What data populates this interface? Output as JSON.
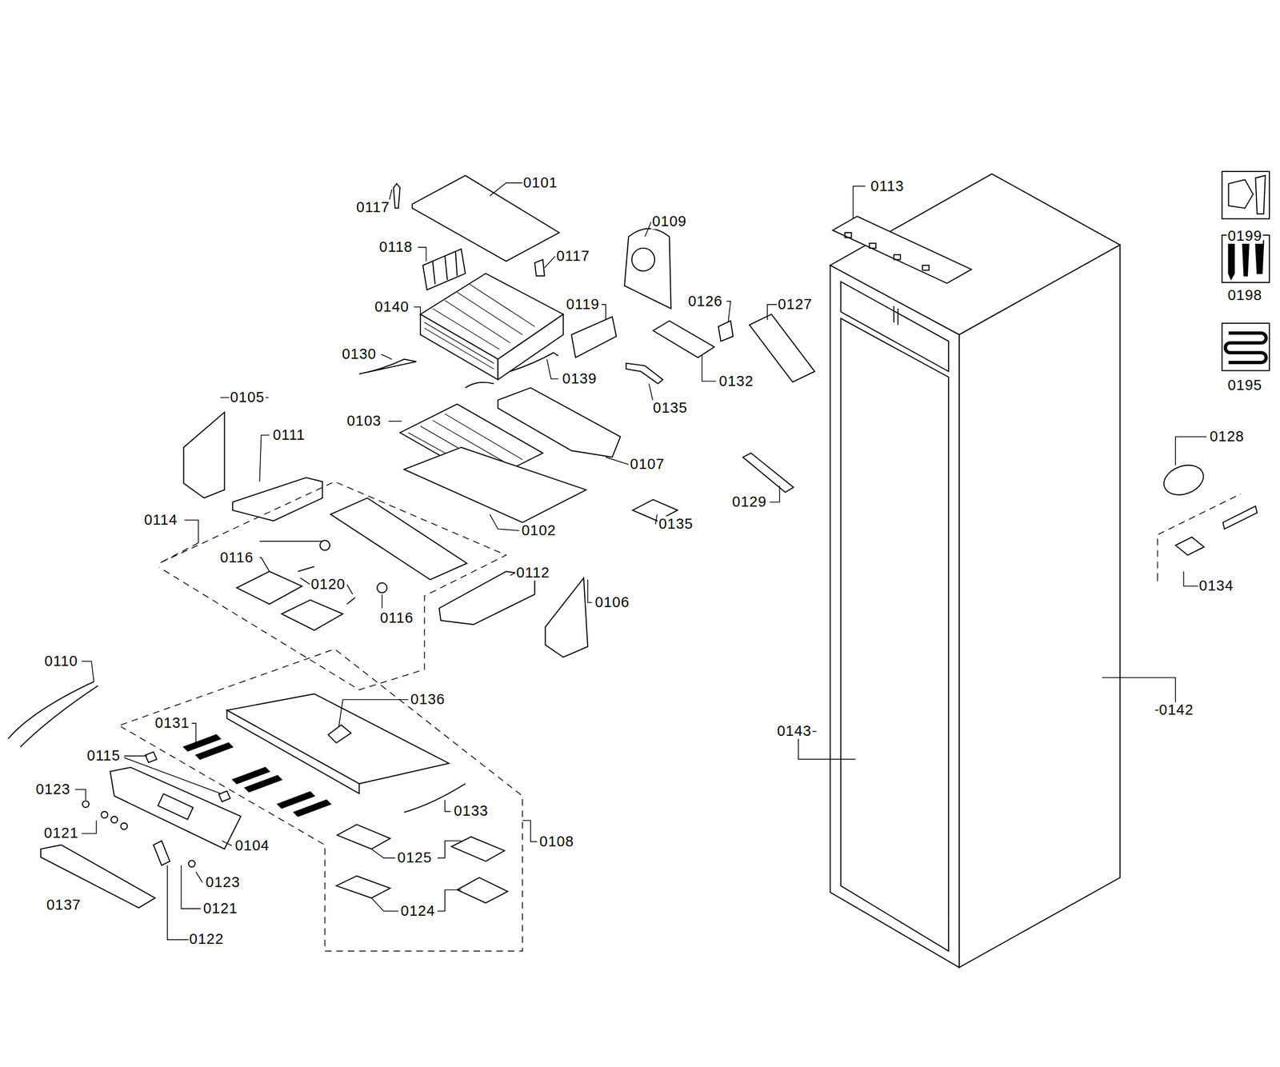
{
  "diagram": {
    "labels": [
      "0101",
      "0117",
      "0113",
      "0109",
      "0199",
      "0118",
      "0117",
      "0198",
      "0126",
      "0127",
      "0140",
      "0119",
      "0130",
      "0139",
      "0132",
      "0195",
      "0105",
      "0135",
      "0103",
      "0128",
      "0107",
      "0111",
      "0129",
      "0114",
      "0135",
      "0102",
      "0116",
      "0120",
      "0112",
      "0134",
      "0106",
      "0116",
      "0110",
      "0136",
      "0142",
      "0131",
      "0143",
      "0115",
      "0123",
      "0133",
      "0121",
      "0108",
      "0104",
      "0125",
      "0123",
      "0137",
      "0121",
      "0124",
      "0122"
    ]
  }
}
